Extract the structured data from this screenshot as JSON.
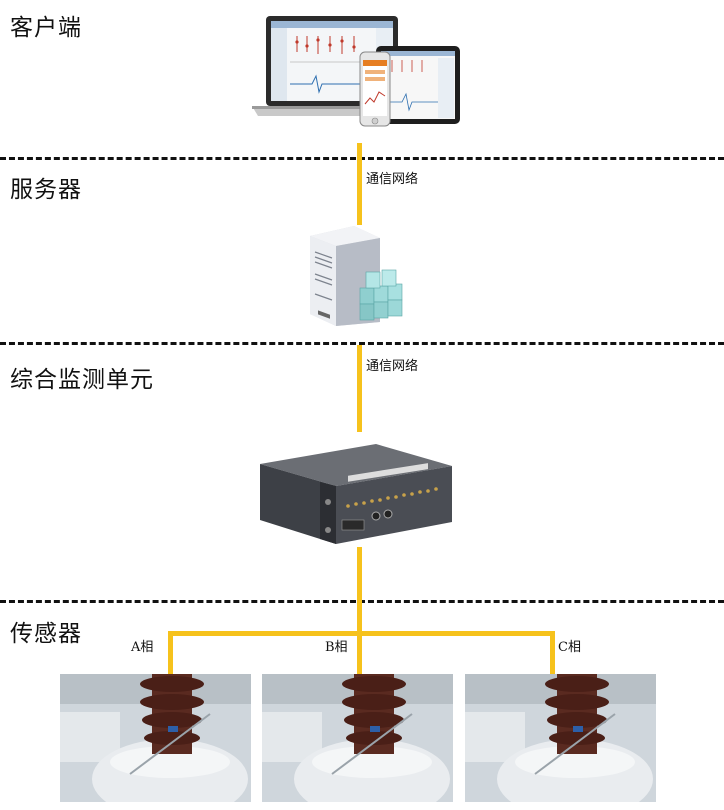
{
  "layers": {
    "client": "客户端",
    "server": "服务器",
    "monitor": "综合监测单元",
    "sensor": "传感器"
  },
  "links": {
    "client_server": "通信网络",
    "server_monitor": "通信网络"
  },
  "phases": {
    "a": "A相",
    "b": "B相",
    "c": "C相"
  },
  "colors": {
    "link": "#f6c21c",
    "divider": "#111111"
  },
  "icons": {
    "client": "laptop-tablet-phone-icon",
    "server": "server-tower-icon",
    "monitor": "rack-monitoring-unit-icon",
    "sensor": "insulator-sensor-photo"
  }
}
